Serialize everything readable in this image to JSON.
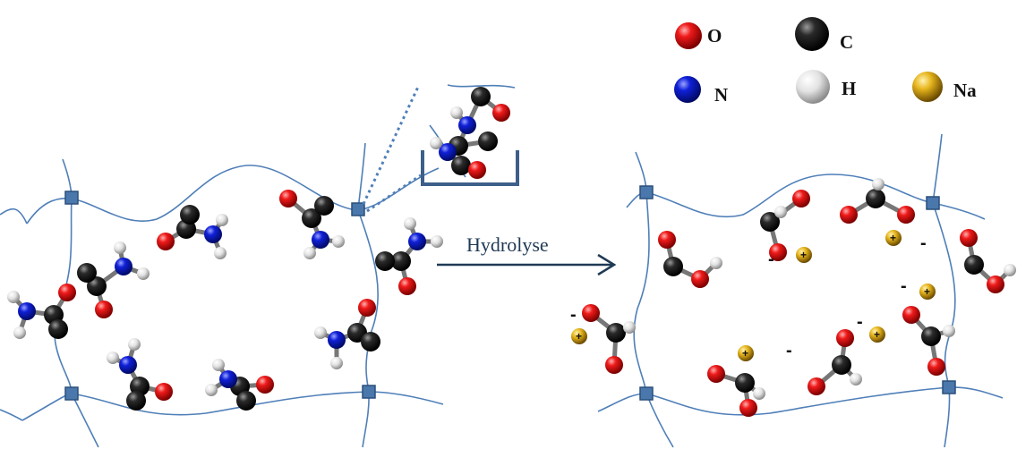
{
  "legend": {
    "items": [
      {
        "symbol": "O",
        "color": "#e00000"
      },
      {
        "symbol": "C",
        "color": "#151515"
      },
      {
        "symbol": "N",
        "color": "#0a14c8"
      },
      {
        "symbol": "H",
        "color": "#d8d8d8"
      },
      {
        "symbol": "Na",
        "color": "#e2b21c"
      }
    ]
  },
  "process": {
    "label": "Hydrolyse"
  },
  "charges": {
    "negative": "-",
    "positive": "+"
  }
}
